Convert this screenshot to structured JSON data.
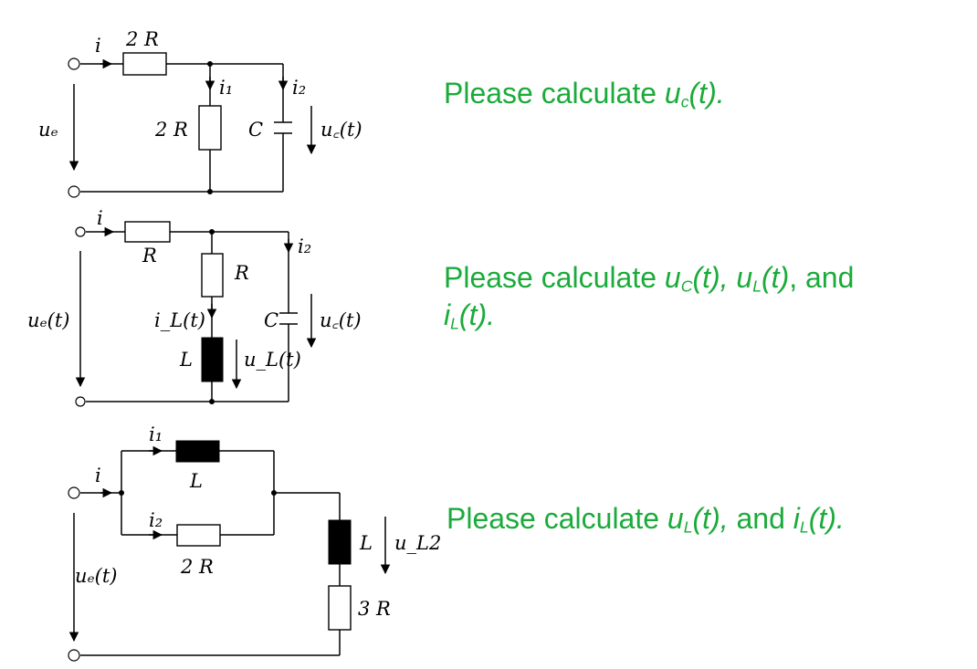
{
  "colors": {
    "question_text": "#1aab3a",
    "circuit": "#000000",
    "background": "#ffffff"
  },
  "circuit1": {
    "i": "i",
    "r_series": "2 R",
    "i1": "i₁",
    "i2": "i₂",
    "ue": "uₑ",
    "r_shunt": "2 R",
    "c": "C",
    "uc": "u꜀(t)"
  },
  "circuit2": {
    "i": "i",
    "r_series": "R",
    "r_branch": "R",
    "i2": "i₂",
    "ue": "uₑ(t)",
    "iL": "i_L(t)",
    "c": "C",
    "uc": "u꜀(t)",
    "l": "L",
    "uL": "u_L(t)"
  },
  "circuit3": {
    "i": "i",
    "i1": "i₁",
    "l_top": "L",
    "i2": "i₂",
    "r_parallel": "2 R",
    "ue": "uₑ(t)",
    "l_series": "L",
    "uL2": "u_L2",
    "r_series": "3 R"
  },
  "questions": {
    "q1": {
      "prefix": "Please calculate ",
      "var": "u",
      "sub": "c",
      "suffix": "(t)."
    },
    "q2": {
      "prefix": "Please calculate ",
      "v1": "u",
      "s1": "C",
      "t1": "(t),",
      "v2": " u",
      "s2": "L",
      "t2": "(t)",
      "mid": ", and",
      "v3": "i",
      "s3": "L",
      "t3": "(t)."
    },
    "q3": {
      "prefix": "Please calculate ",
      "v1": "u",
      "s1": "L",
      "t1": "(t),",
      "mid": " and ",
      "v2": "i",
      "s2": "L",
      "t2": "(t)."
    }
  }
}
